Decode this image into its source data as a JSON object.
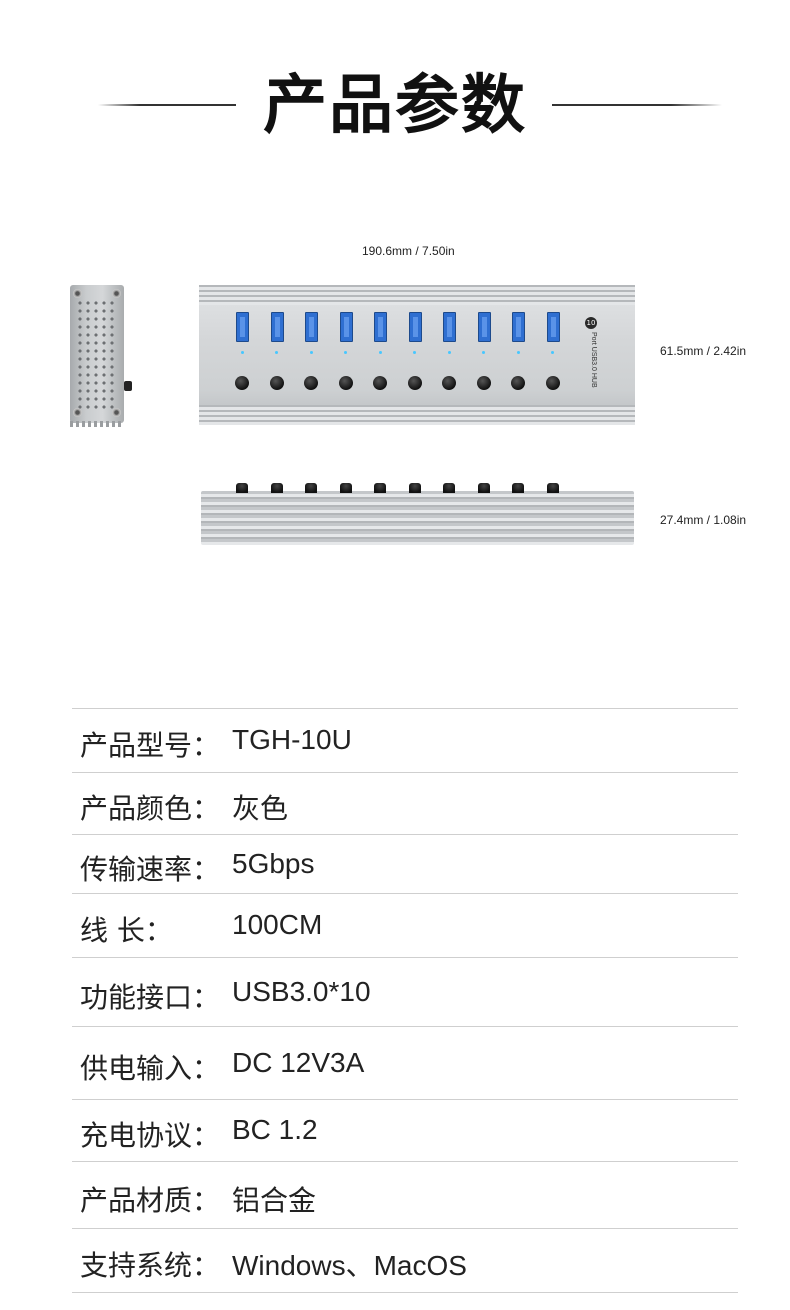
{
  "title": "产品参数",
  "dimensions": {
    "width": "190.6mm / 7.50in",
    "height": "61.5mm / 2.42in",
    "depth": "27.4mm / 1.08in"
  },
  "product": {
    "badge": "10",
    "label": "Port USB3.0 HUB",
    "port_count": 10
  },
  "specs": [
    {
      "label": "产品型号：",
      "value": "TGH-10U"
    },
    {
      "label": "产品颜色：",
      "value": "灰色"
    },
    {
      "label": "传输速率：",
      "value": "5Gbps"
    },
    {
      "label": "线        长：",
      "value": "100CM"
    },
    {
      "label": "功能接口：",
      "value": "USB3.0*10"
    },
    {
      "label": "供电输入：",
      "value": "DC 12V3A"
    },
    {
      "label": "充电协议：",
      "value": "BC 1.2"
    },
    {
      "label": "产品材质：",
      "value": "铝合金"
    },
    {
      "label": "支持系统：",
      "value": "Windows、MacOS"
    }
  ],
  "colors": {
    "port_blue": "#2f6fd1",
    "led_cyan": "#47c7ff",
    "aluminum": "#d4d6d8"
  }
}
